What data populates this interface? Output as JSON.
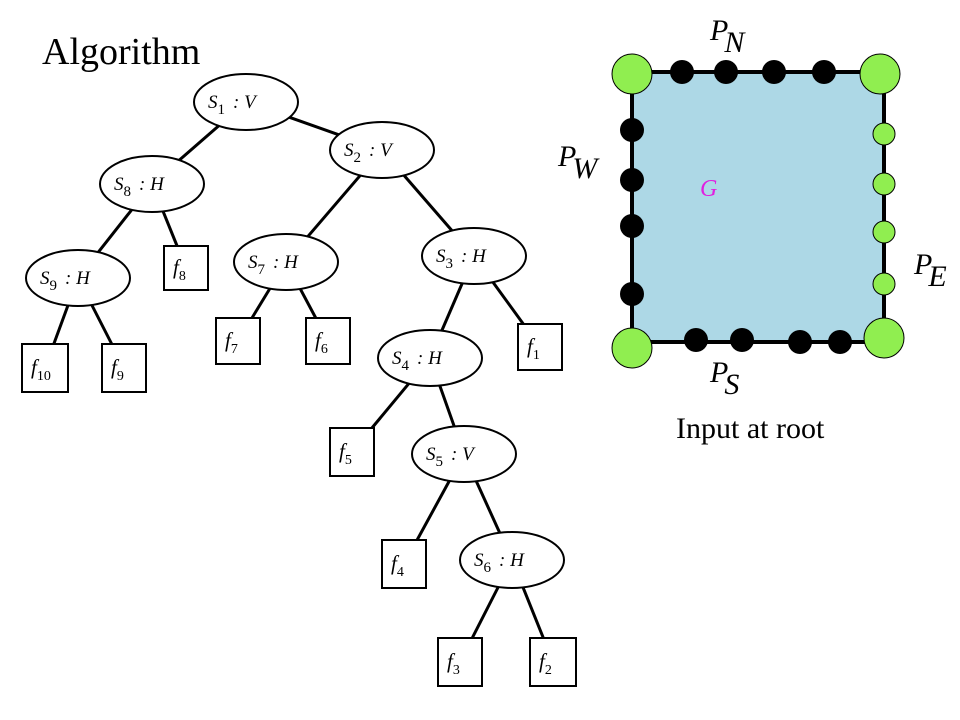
{
  "title": "Algorithm",
  "tree": {
    "nodes": [
      {
        "id": "s1",
        "label": "S",
        "sub": "1",
        "suffix": ": V"
      },
      {
        "id": "s2",
        "label": "S",
        "sub": "2",
        "suffix": ": V"
      },
      {
        "id": "s8",
        "label": "S",
        "sub": "8",
        "suffix": ": H"
      },
      {
        "id": "s9",
        "label": "S",
        "sub": "9",
        "suffix": ": H"
      },
      {
        "id": "s7",
        "label": "S",
        "sub": "7",
        "suffix": ": H"
      },
      {
        "id": "s3",
        "label": "S",
        "sub": "3",
        "suffix": ": H"
      },
      {
        "id": "s4",
        "label": "S",
        "sub": "4",
        "suffix": ": H"
      },
      {
        "id": "s5",
        "label": "S",
        "sub": "5",
        "suffix": ": V"
      },
      {
        "id": "s6",
        "label": "S",
        "sub": "6",
        "suffix": ": H"
      }
    ],
    "leaves": [
      {
        "id": "f10",
        "label": "f",
        "sub": "10"
      },
      {
        "id": "f9",
        "label": "f",
        "sub": "9"
      },
      {
        "id": "f8",
        "label": "f",
        "sub": "8"
      },
      {
        "id": "f7",
        "label": "f",
        "sub": "7"
      },
      {
        "id": "f6",
        "label": "f",
        "sub": "6"
      },
      {
        "id": "f1",
        "label": "f",
        "sub": "1"
      },
      {
        "id": "f5",
        "label": "f",
        "sub": "5"
      },
      {
        "id": "f4",
        "label": "f",
        "sub": "4"
      },
      {
        "id": "f3",
        "label": "f",
        "sub": "3"
      },
      {
        "id": "f2",
        "label": "f",
        "sub": "2"
      }
    ],
    "edges": [
      [
        "s1",
        "s2"
      ],
      [
        "s1",
        "s8"
      ],
      [
        "s8",
        "s9"
      ],
      [
        "s8",
        "f8"
      ],
      [
        "s9",
        "f10"
      ],
      [
        "s9",
        "f9"
      ],
      [
        "s2",
        "s7"
      ],
      [
        "s2",
        "s3"
      ],
      [
        "s7",
        "f7"
      ],
      [
        "s7",
        "f6"
      ],
      [
        "s3",
        "s4"
      ],
      [
        "s3",
        "f1"
      ],
      [
        "s4",
        "f5"
      ],
      [
        "s4",
        "s5"
      ],
      [
        "s5",
        "f4"
      ],
      [
        "s5",
        "s6"
      ],
      [
        "s6",
        "f3"
      ],
      [
        "s6",
        "f2"
      ]
    ]
  },
  "domain": {
    "region_label": "G",
    "labels": {
      "north": {
        "main": "P",
        "sub": "N"
      },
      "west": {
        "main": "P",
        "sub": "W"
      },
      "east": {
        "main": "P",
        "sub": "E"
      },
      "south": {
        "main": "P",
        "sub": "S"
      }
    },
    "caption": "Input at root",
    "colors": {
      "fill": "#add8e6",
      "corner": "#90ee50",
      "east_point": "#90ee50",
      "interior_point": "#000000",
      "region_label": "#e020e0"
    }
  }
}
